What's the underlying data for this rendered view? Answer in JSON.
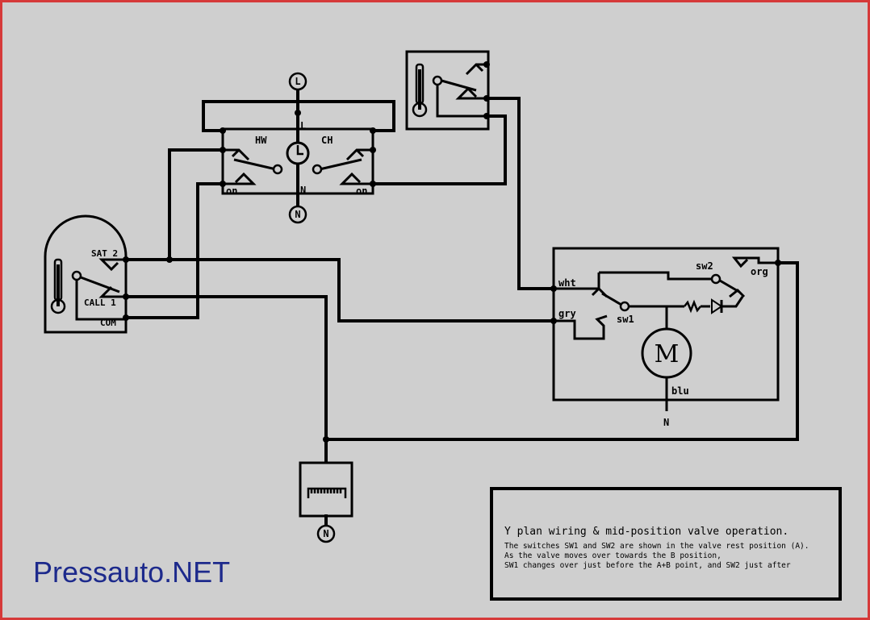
{
  "brand": "Pressauto.NET",
  "programmer": {
    "labels": {
      "hw": "HW",
      "ch": "CH",
      "on_left": "on",
      "on_right": "on",
      "l": "L",
      "n": "N"
    },
    "terminal_top": "L",
    "terminal_bottom": "N"
  },
  "room_stat": {
    "sat": "SAT 2",
    "call": "CALL 1",
    "com": "COM"
  },
  "valve": {
    "wht": "wht",
    "gry": "gry",
    "sw1": "sw1",
    "sw2": "sw2",
    "org": "org",
    "blu": "blu",
    "motor": "M",
    "neutral": "N"
  },
  "boiler": {
    "neutral": "N"
  },
  "note": {
    "title": "Y plan wiring & mid-position valve operation.",
    "lines": [
      "The switches SW1 and SW2 are shown in the valve rest position (A).",
      "As the valve moves over towards the B position,",
      "SW1 changes over just before the A+B point, and SW2 just after"
    ]
  }
}
